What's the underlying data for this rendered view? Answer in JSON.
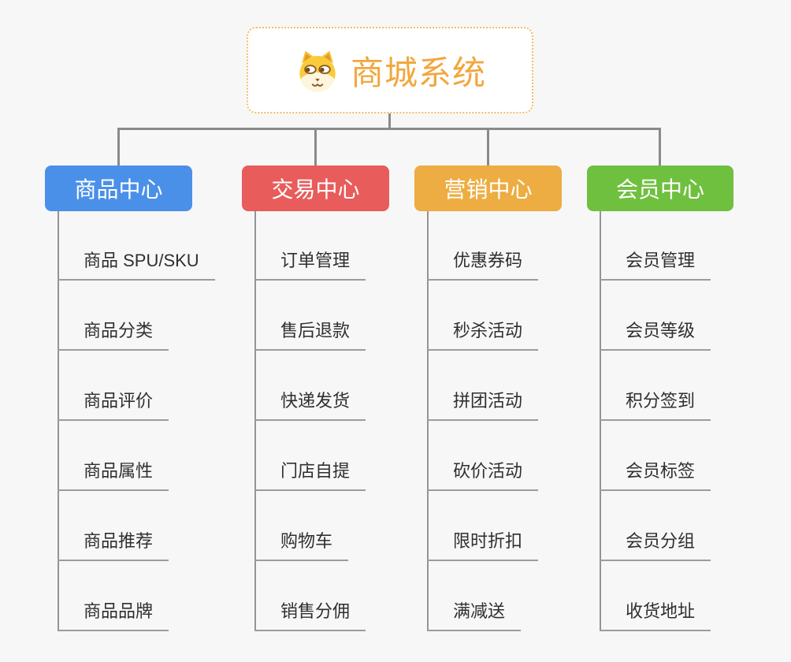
{
  "root": {
    "title": "商城系统",
    "icon": "dog-icon"
  },
  "branches": [
    {
      "label": "商品中心",
      "color": "#4b90e8",
      "children": [
        "商品 SPU/SKU",
        "商品分类",
        "商品评价",
        "商品属性",
        "商品推荐",
        "商品品牌"
      ]
    },
    {
      "label": "交易中心",
      "color": "#e85c5c",
      "children": [
        "订单管理",
        "售后退款",
        "快递发货",
        "门店自提",
        "购物车",
        "销售分佣"
      ]
    },
    {
      "label": "营销中心",
      "color": "#edad42",
      "children": [
        "优惠券码",
        "秒杀活动",
        "拼团活动",
        "砍价活动",
        "限时折扣",
        "满减送"
      ]
    },
    {
      "label": "会员中心",
      "color": "#70c040",
      "children": [
        "会员管理",
        "会员等级",
        "积分签到",
        "会员标签",
        "会员分组",
        "收货地址"
      ]
    }
  ],
  "colors": {
    "background": "#f7f7f7",
    "root_accent": "#f1a73e",
    "root_border": "#f3bc62",
    "branch_blue": "#4b90e8",
    "branch_red": "#e85c5c",
    "branch_orange": "#edad42",
    "branch_green": "#70c040",
    "connector_line": "#8a8a8a",
    "underline": "#9c9c9c",
    "text_dark": "#2f2f2f"
  }
}
